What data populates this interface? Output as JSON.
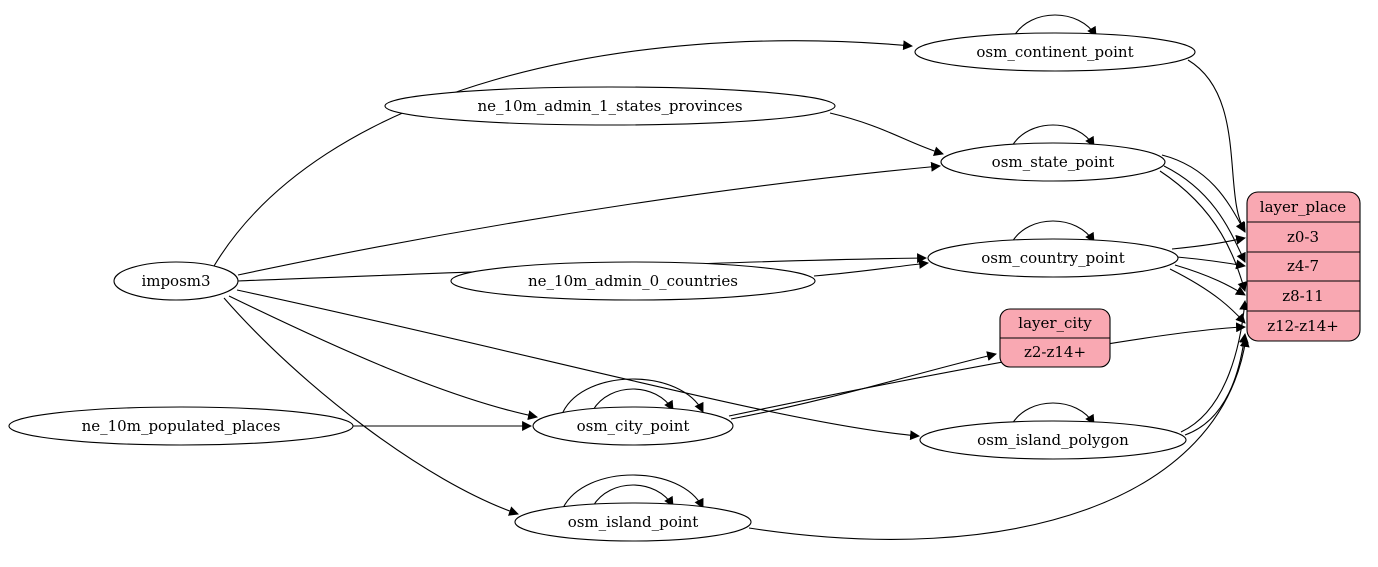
{
  "diagram": {
    "nodes": {
      "imposm3": "imposm3",
      "ne_states": "ne_10m_admin_1_states_provinces",
      "ne_countries": "ne_10m_admin_0_countries",
      "ne_places": "ne_10m_populated_places",
      "continent": "osm_continent_point",
      "state": "osm_state_point",
      "country": "osm_country_point",
      "city": "osm_city_point",
      "island_polygon": "osm_island_polygon",
      "island_point": "osm_island_point"
    },
    "layer_place": {
      "title": "layer_place",
      "rows": [
        "z0-3",
        "z4-7",
        "z8-11",
        "z12-z14+"
      ]
    },
    "layer_city": {
      "title": "layer_city",
      "rows": [
        "z2-z14+"
      ]
    },
    "colors": {
      "record_fill": "#f9a8b2",
      "node_fill": "#ffffff",
      "stroke": "#000000",
      "background": "#ffffff"
    }
  }
}
